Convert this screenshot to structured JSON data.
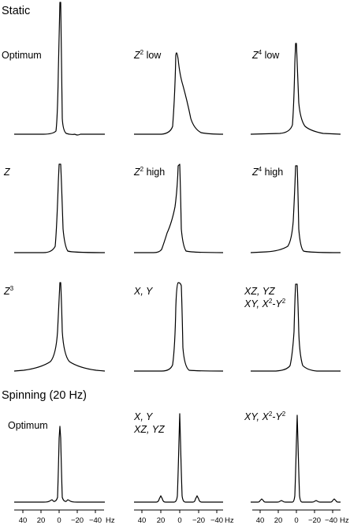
{
  "headers": {
    "static": "Static",
    "spinning": "Spinning (20 Hz)"
  },
  "panels": [
    {
      "id": "static-optimum",
      "label": "Optimum"
    },
    {
      "id": "static-z2-low",
      "label_base": "Z",
      "label_sup": "2",
      "label_suffix": " low"
    },
    {
      "id": "static-z4-low",
      "label_base": "Z",
      "label_sup": "4",
      "label_suffix": " low"
    },
    {
      "id": "static-z",
      "label_base": "Z"
    },
    {
      "id": "static-z2-high",
      "label_base": "Z",
      "label_sup": "2",
      "label_suffix": " high"
    },
    {
      "id": "static-z4-high",
      "label_base": "Z",
      "label_sup": "4",
      "label_suffix": " high"
    },
    {
      "id": "static-z3",
      "label_base": "Z",
      "label_sup": "3"
    },
    {
      "id": "static-x-y",
      "label": "X, Y"
    },
    {
      "id": "static-xz-yz-xy",
      "label_line1": "XZ, YZ",
      "label_line2_base": "XY, X",
      "label_line2_sup": "2",
      "label_line2_mid": "-Y",
      "label_line2_sup2": "2"
    },
    {
      "id": "spin-optimum",
      "label": "Optimum"
    },
    {
      "id": "spin-x-y-xz-yz",
      "label_line1": "X, Y",
      "label_line2": "XZ, YZ"
    },
    {
      "id": "spin-xy-x2y2",
      "label_base": "XY, X",
      "label_sup": "2",
      "label_mid": "-Y",
      "label_sup2": "2"
    }
  ],
  "axis": {
    "unit": "Hz",
    "ticks": [
      "40",
      "20",
      "0",
      "−20",
      "−40"
    ]
  },
  "chart_data": {
    "type": "line",
    "x_unit": "Hz",
    "x_range": [
      50,
      -50
    ],
    "x_ticks": [
      40,
      20,
      0,
      -20,
      -40
    ],
    "sidebands_hz": [
      20,
      -20,
      40,
      -40
    ]
  }
}
